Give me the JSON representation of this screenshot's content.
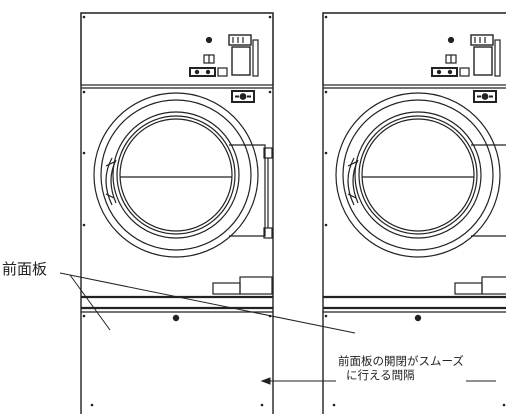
{
  "labels": {
    "front_panel": "前面板",
    "clearance_line1": "前面板の開閉がスムーズ",
    "clearance_line2": "に行える間隔"
  },
  "colors": {
    "line": "#222222",
    "background": "#ffffff"
  },
  "icons": {
    "knob": "circle-knob-icon",
    "vent": "vent-icon"
  }
}
